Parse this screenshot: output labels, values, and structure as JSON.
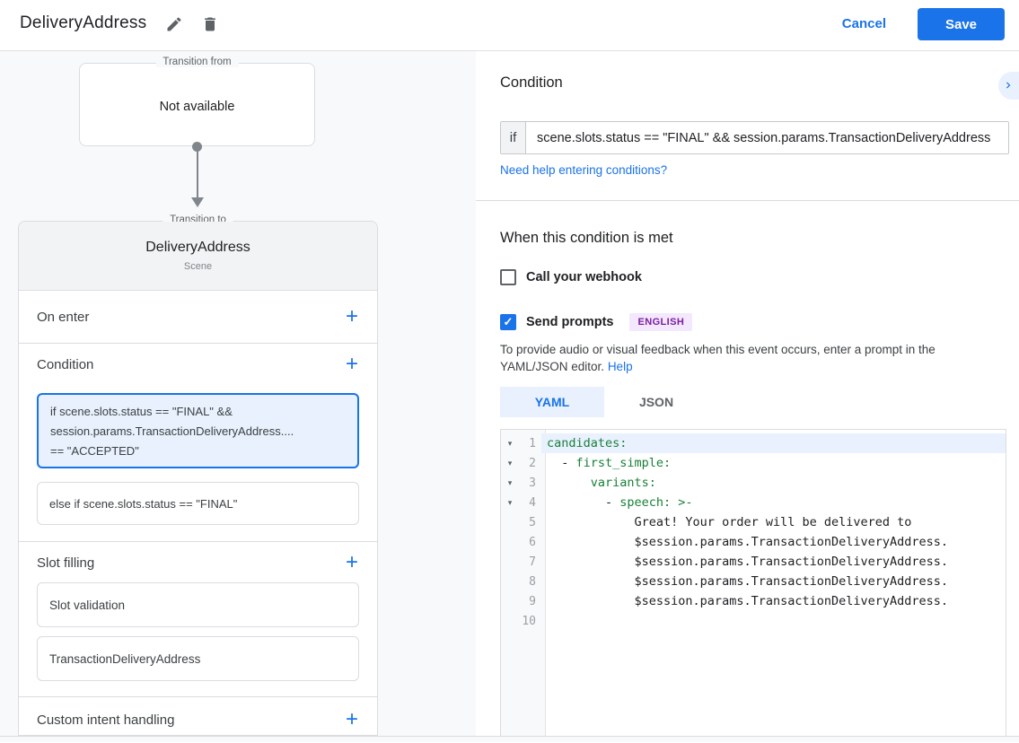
{
  "colors": {
    "accent": "#1a73e8",
    "selection_bg": "#e8f1fd",
    "selected_border": "#1a73e8",
    "badge_bg": "#f3e8fd",
    "badge_text": "#7b1fa2",
    "code_key_green": "#188038",
    "panel_bg": "#f8f9fa",
    "border": "#dadce0"
  },
  "icons": {
    "plus": "+",
    "fold_arrow": "▾",
    "check": "✓"
  },
  "header": {
    "title": "DeliveryAddress",
    "cancel_label": "Cancel",
    "save_label": "Save"
  },
  "canvas": {
    "transition_from": {
      "legend": "Transition from",
      "value": "Not available"
    },
    "transition_to": {
      "legend": "Transition to",
      "title": "DeliveryAddress",
      "subtitle": "Scene"
    },
    "on_enter_label": "On enter",
    "condition_section": {
      "label": "Condition",
      "selected_card": "if scene.slots.status == \"FINAL\" &&\nsession.params.TransactionDeliveryAddress....\n== \"ACCEPTED\"",
      "else_card": "else if scene.slots.status == \"FINAL\""
    },
    "slot_filling": {
      "label": "Slot filling",
      "cards": [
        "Slot validation",
        "TransactionDeliveryAddress"
      ]
    },
    "custom_intent_label": "Custom intent handling"
  },
  "detail": {
    "condition_title": "Condition",
    "if_label": "if",
    "if_value": "scene.slots.status == \"FINAL\" && session.params.TransactionDeliveryAddress",
    "help_link": "Need help entering conditions?",
    "when_title": "When this condition is met",
    "webhook_label": "Call your webhook",
    "prompts_label": "Send prompts",
    "language_badge": "ENGLISH",
    "prompt_hint": "To provide audio or visual feedback when this event occurs, enter a prompt in the YAML/JSON editor.",
    "help_label": "Help",
    "tabs": {
      "yaml": "YAML",
      "json": "JSON"
    },
    "editor": {
      "lines": [
        {
          "num": "1",
          "indent": "",
          "key": "candidates:"
        },
        {
          "num": "2",
          "indent": "  - ",
          "key": "first_simple:"
        },
        {
          "num": "3",
          "indent": "      ",
          "key": "variants:"
        },
        {
          "num": "4",
          "indent": "        - ",
          "key": "speech: >-"
        },
        {
          "num": "5",
          "plain": "            Great! Your order will be delivered to"
        },
        {
          "num": "6",
          "plain": "            $session.params.TransactionDeliveryAddress."
        },
        {
          "num": "7",
          "plain": "            $session.params.TransactionDeliveryAddress."
        },
        {
          "num": "8",
          "plain": "            $session.params.TransactionDeliveryAddress."
        },
        {
          "num": "9",
          "plain": "            $session.params.TransactionDeliveryAddress."
        },
        {
          "num": "10",
          "plain": ""
        }
      ]
    }
  }
}
